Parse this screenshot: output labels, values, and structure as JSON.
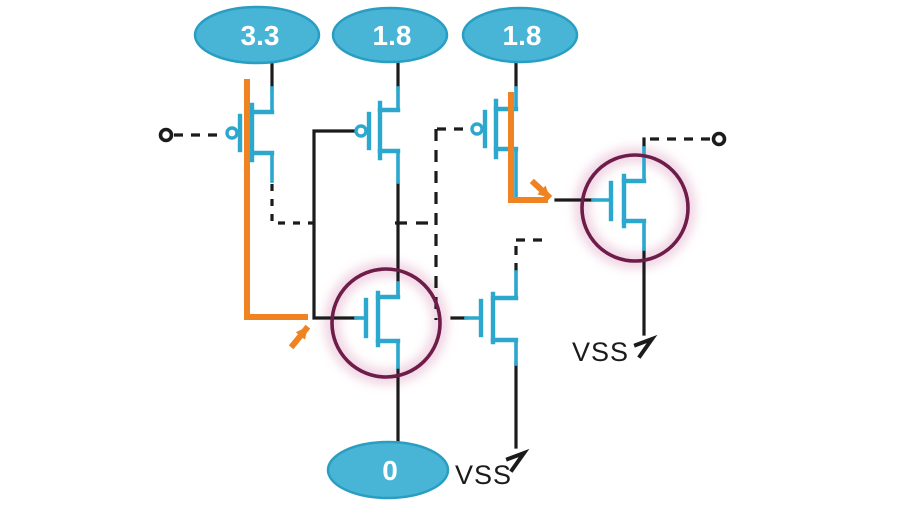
{
  "diagram": {
    "supply_nodes": [
      {
        "id": "vdd-3v3",
        "label": "3.3"
      },
      {
        "id": "vdd-1v8-left",
        "label": "1.8"
      },
      {
        "id": "vdd-1v8-right",
        "label": "1.8"
      },
      {
        "id": "gnd-0",
        "label": "0"
      }
    ],
    "net_labels": [
      {
        "id": "vss-right",
        "label": "VSS"
      },
      {
        "id": "vss-bottom",
        "label": "VSS"
      }
    ],
    "devices": [
      {
        "id": "pmos-left",
        "type": "pmos",
        "circled": false
      },
      {
        "id": "pmos-middle",
        "type": "pmos",
        "circled": false
      },
      {
        "id": "pmos-right",
        "type": "pmos",
        "circled": false
      },
      {
        "id": "nmos-middle",
        "type": "nmos",
        "circled": true
      },
      {
        "id": "nmos-lower-right",
        "type": "nmos",
        "circled": false
      },
      {
        "id": "nmos-right",
        "type": "nmos",
        "circled": true
      }
    ],
    "colors": {
      "device_teal": "#2ca7ce",
      "supply_fill": "#48b4d6",
      "supply_stroke": "#2a9ec2",
      "highlight_orange": "#f08321",
      "emphasis_maroon": "#6e1c49",
      "emphasis_glow": "#efd2e1",
      "wire_black": "#1b1b1b",
      "label_white": "#ffffff"
    }
  }
}
